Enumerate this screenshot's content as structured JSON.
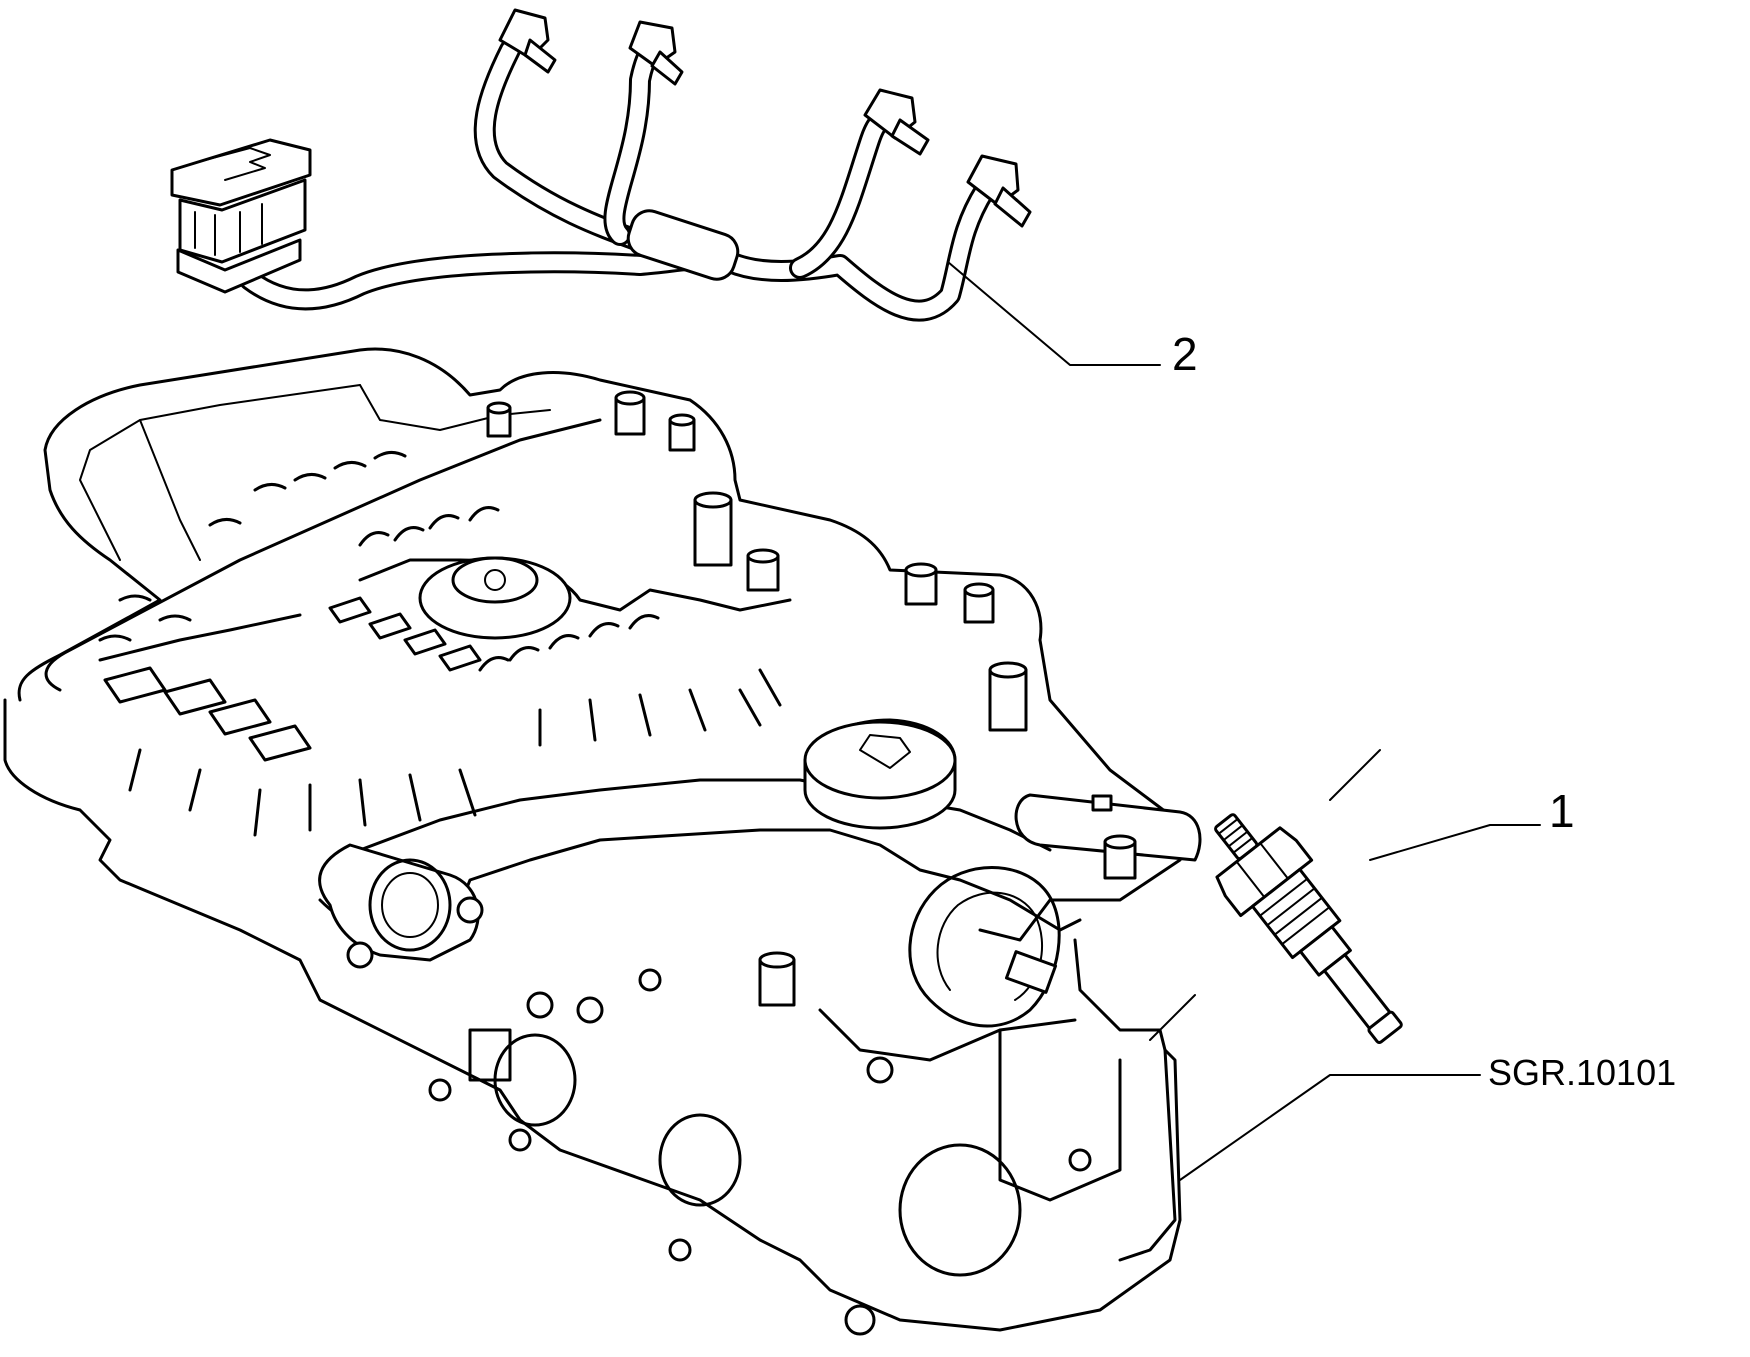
{
  "callouts": {
    "item_1": "1",
    "item_2": "2",
    "reference_code": "SGR.10101"
  },
  "colors": {
    "line": "#000000",
    "background": "#ffffff"
  }
}
